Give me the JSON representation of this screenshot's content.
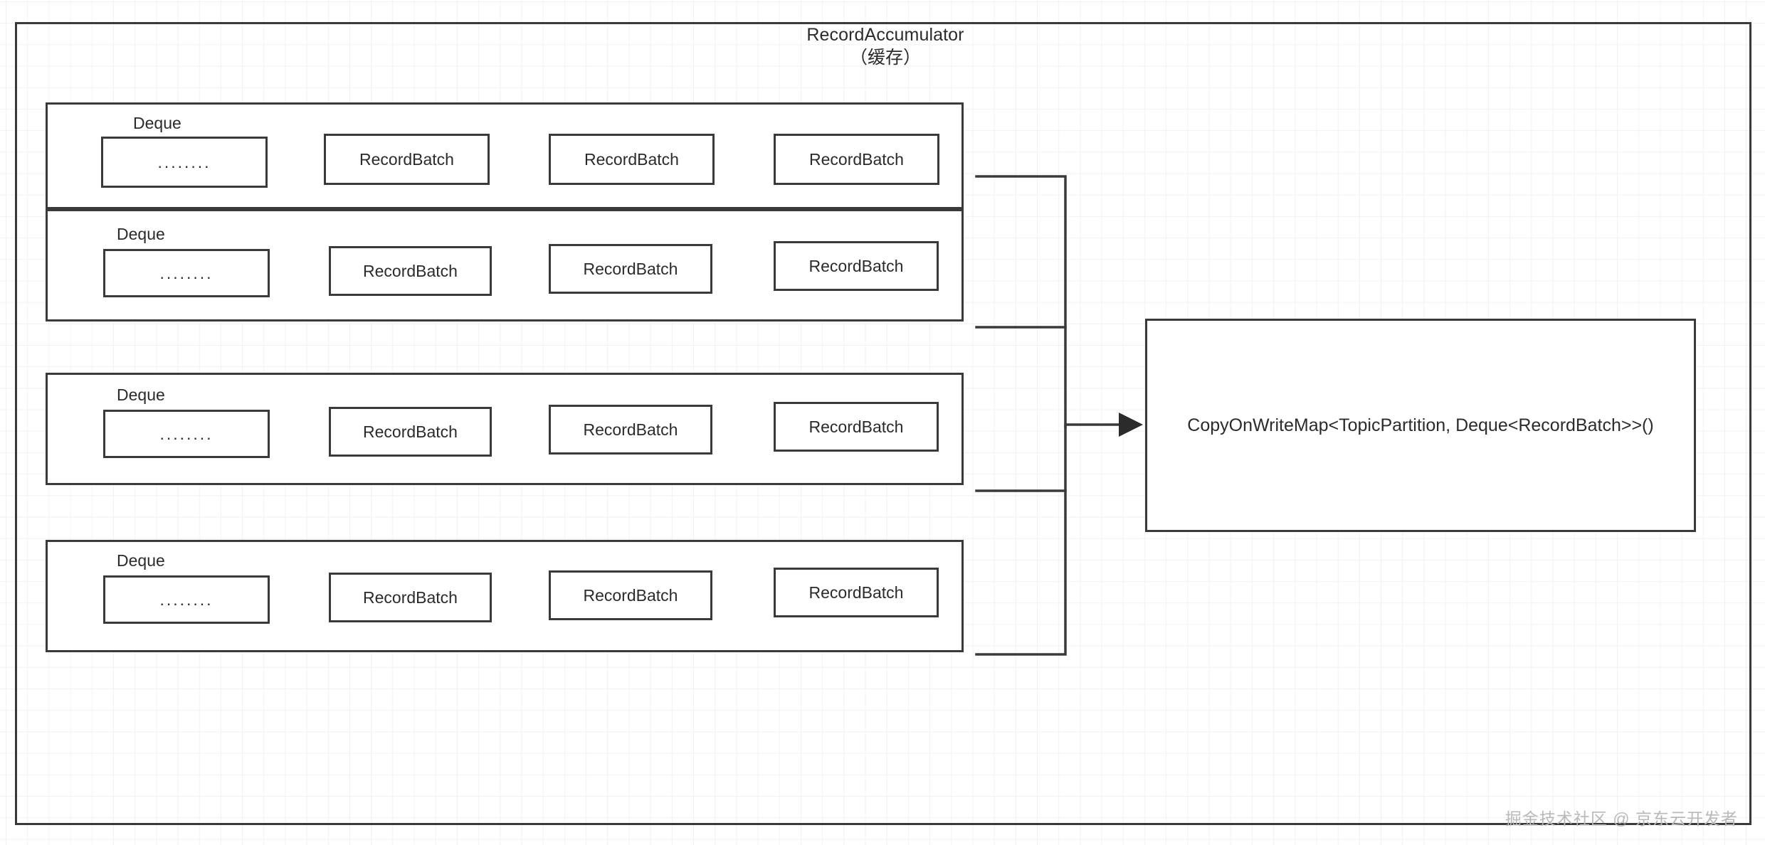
{
  "diagram": {
    "title_line1": "RecordAccumulator",
    "title_line2": "（缓存）",
    "outer_border_color": "#3a3a3a",
    "background_color": "#ffffff",
    "grid_color": "#f2f2f2"
  },
  "deque_rows": [
    {
      "label": "Deque",
      "cells": [
        {
          "text": "........",
          "kind": "ellipsis"
        },
        {
          "text": "RecordBatch",
          "kind": "batch"
        },
        {
          "text": "RecordBatch",
          "kind": "batch"
        },
        {
          "text": "RecordBatch",
          "kind": "batch"
        }
      ]
    },
    {
      "label": "Deque",
      "cells": [
        {
          "text": "........",
          "kind": "ellipsis"
        },
        {
          "text": "RecordBatch",
          "kind": "batch"
        },
        {
          "text": "RecordBatch",
          "kind": "batch"
        },
        {
          "text": "RecordBatch",
          "kind": "batch"
        }
      ]
    },
    {
      "label": "Deque",
      "cells": [
        {
          "text": "........",
          "kind": "ellipsis"
        },
        {
          "text": "RecordBatch",
          "kind": "batch"
        },
        {
          "text": "RecordBatch",
          "kind": "batch"
        },
        {
          "text": "RecordBatch",
          "kind": "batch"
        }
      ]
    },
    {
      "label": "Deque",
      "cells": [
        {
          "text": "........",
          "kind": "ellipsis"
        },
        {
          "text": "RecordBatch",
          "kind": "batch"
        },
        {
          "text": "RecordBatch",
          "kind": "batch"
        },
        {
          "text": "RecordBatch",
          "kind": "batch"
        }
      ]
    }
  ],
  "map_box": {
    "text": "CopyOnWriteMap<TopicPartition, Deque<RecordBatch>>()"
  },
  "connector": {
    "arrow_direction": "right",
    "line_color": "#3a3a3a"
  },
  "watermark": {
    "text": "掘金技术社区 @ 京东云开发者"
  }
}
